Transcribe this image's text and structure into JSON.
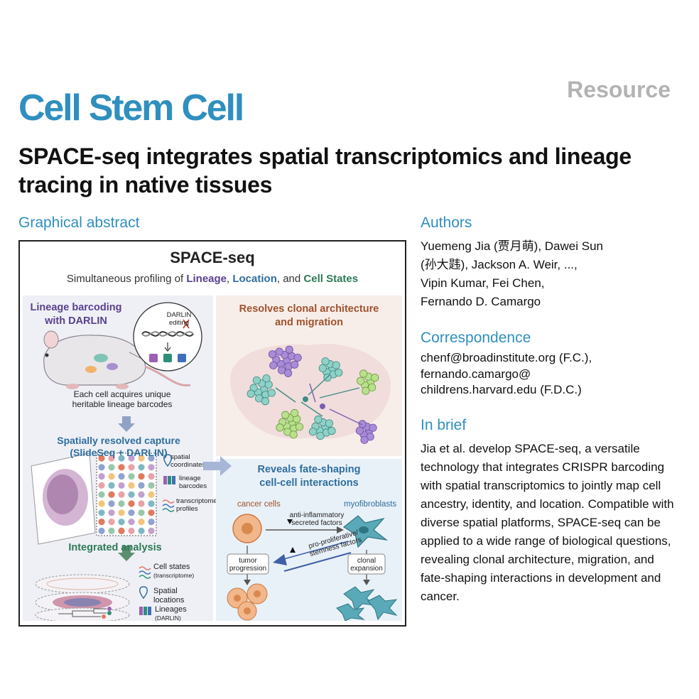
{
  "header": {
    "journal": "Cell Stem Cell",
    "article_type": "Resource",
    "title": "SPACE-seq integrates spatial transcriptomics and lineage tracing in native tissues",
    "journal_color": "#2f8fbf"
  },
  "graphical_abstract": {
    "heading": "Graphical abstract",
    "title": "SPACE-seq",
    "subtitle_prefix": "Simultaneous profiling of ",
    "subtitle_lineage": "Lineage",
    "subtitle_sep1": ", ",
    "subtitle_location": "Location",
    "subtitle_sep2": ", and ",
    "subtitle_cellstates": "Cell States",
    "left": {
      "barcoding_title": "Lineage barcoding\nwith DARLIN",
      "darlin_label": "DARLIN\nediting",
      "acquire_text": "Each cell acquires unique\nheritable lineage barcodes",
      "capture_title": "Spatially resolved capture\n(SlideSeq + DARLIN)",
      "legend_spatial": "spatial\ncoordinates",
      "legend_lineage": "lineage\nbarcodes",
      "legend_transcriptome": "transcriptome\nprofiles",
      "integrated_title": "Integrated analysis",
      "int_cellstates": "Cell states",
      "int_cellstates_sub": "(transcriptome)",
      "int_spatial": "Spatial\nlocations",
      "int_lineages": "Lineages",
      "int_lineages_sub": "(DARLIN)"
    },
    "top_right": {
      "title": "Resolves clonal architecture\nand migration"
    },
    "bottom_right": {
      "title": "Reveals fate-shaping\ncell-cell interactions",
      "cancer_cells": "cancer cells",
      "myofibroblasts": "myofibroblasts",
      "anti_inflammatory": "anti-inflammatory\nsecreted factors",
      "pro_proliferative": "pro-proliferative/\nstemness factors",
      "tumor_progression": "tumor\nprogression",
      "clonal_expansion": "clonal\nexpansion"
    }
  },
  "authors": {
    "heading": "Authors",
    "lines": [
      "Yuemeng Jia (贾月萌), Dawei Sun",
      "(孙大韪), Jackson A. Weir, ...,",
      "Vipin Kumar, Fei Chen,",
      "Fernando D. Camargo"
    ]
  },
  "correspondence": {
    "heading": "Correspondence",
    "lines": [
      "chenf@broadinstitute.org (F.C.),",
      "fernando.camargo@",
      "childrens.harvard.edu (F.D.C.)"
    ]
  },
  "in_brief": {
    "heading": "In brief",
    "text": "Jia et al. develop SPACE-seq, a versatile technology that integrates CRISPR barcoding with spatial transcriptomics to jointly map cell ancestry, identity, and location. Compatible with diverse spatial platforms, SPACE-seq can be applied to a wide range of biological questions, revealing clonal architecture, migration, and fate-shaping interactions in development and cancer."
  }
}
